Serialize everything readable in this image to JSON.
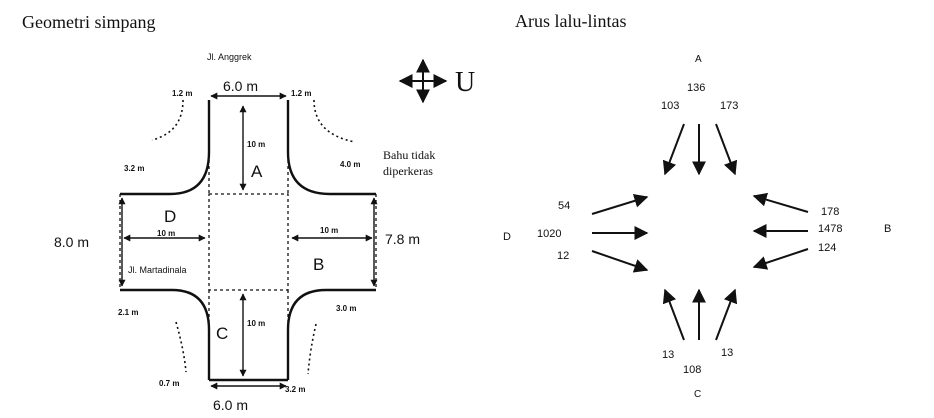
{
  "left_panel": {
    "title": "Geometri simpang",
    "north_road_name": "Jl. Anggrek",
    "west_road_name": "Jl. Martadinala",
    "north_symbol": "U",
    "shoulder_note_line1": "Bahu tidak",
    "shoulder_note_line2": "diperkeras",
    "approaches": {
      "a": "A",
      "b": "B",
      "c": "C",
      "d": "D"
    },
    "dims": {
      "top_width": "6.0 m",
      "bottom_width": "6.0 m",
      "left_width": "8.0 m",
      "right_width": "7.8 m",
      "top_shoulder_left": "1.2 m",
      "top_shoulder_right": "1.2 m",
      "corner_nw": "3.2 m",
      "corner_ne": "4.0 m",
      "corner_sw": "2.1 m",
      "corner_se": "3.0 m",
      "bottom_shoulder_left": "0.7 m",
      "bottom_shoulder_right": "3.2 m",
      "arm_a_length": "10 m",
      "arm_b_length": "10 m",
      "arm_c_length": "10 m",
      "arm_d_length": "10 m"
    }
  },
  "right_panel": {
    "title": "Arus lalu-lintas",
    "approach_a": {
      "label": "A",
      "left": "103",
      "through": "136",
      "right": "173"
    },
    "approach_b": {
      "label": "B",
      "right": "178",
      "through": "1478",
      "left": "124"
    },
    "approach_c": {
      "label": "C",
      "left": "13",
      "through": "108",
      "right": "13"
    },
    "approach_d": {
      "label": "D",
      "left": "54",
      "through": "1020",
      "right": "12"
    }
  }
}
